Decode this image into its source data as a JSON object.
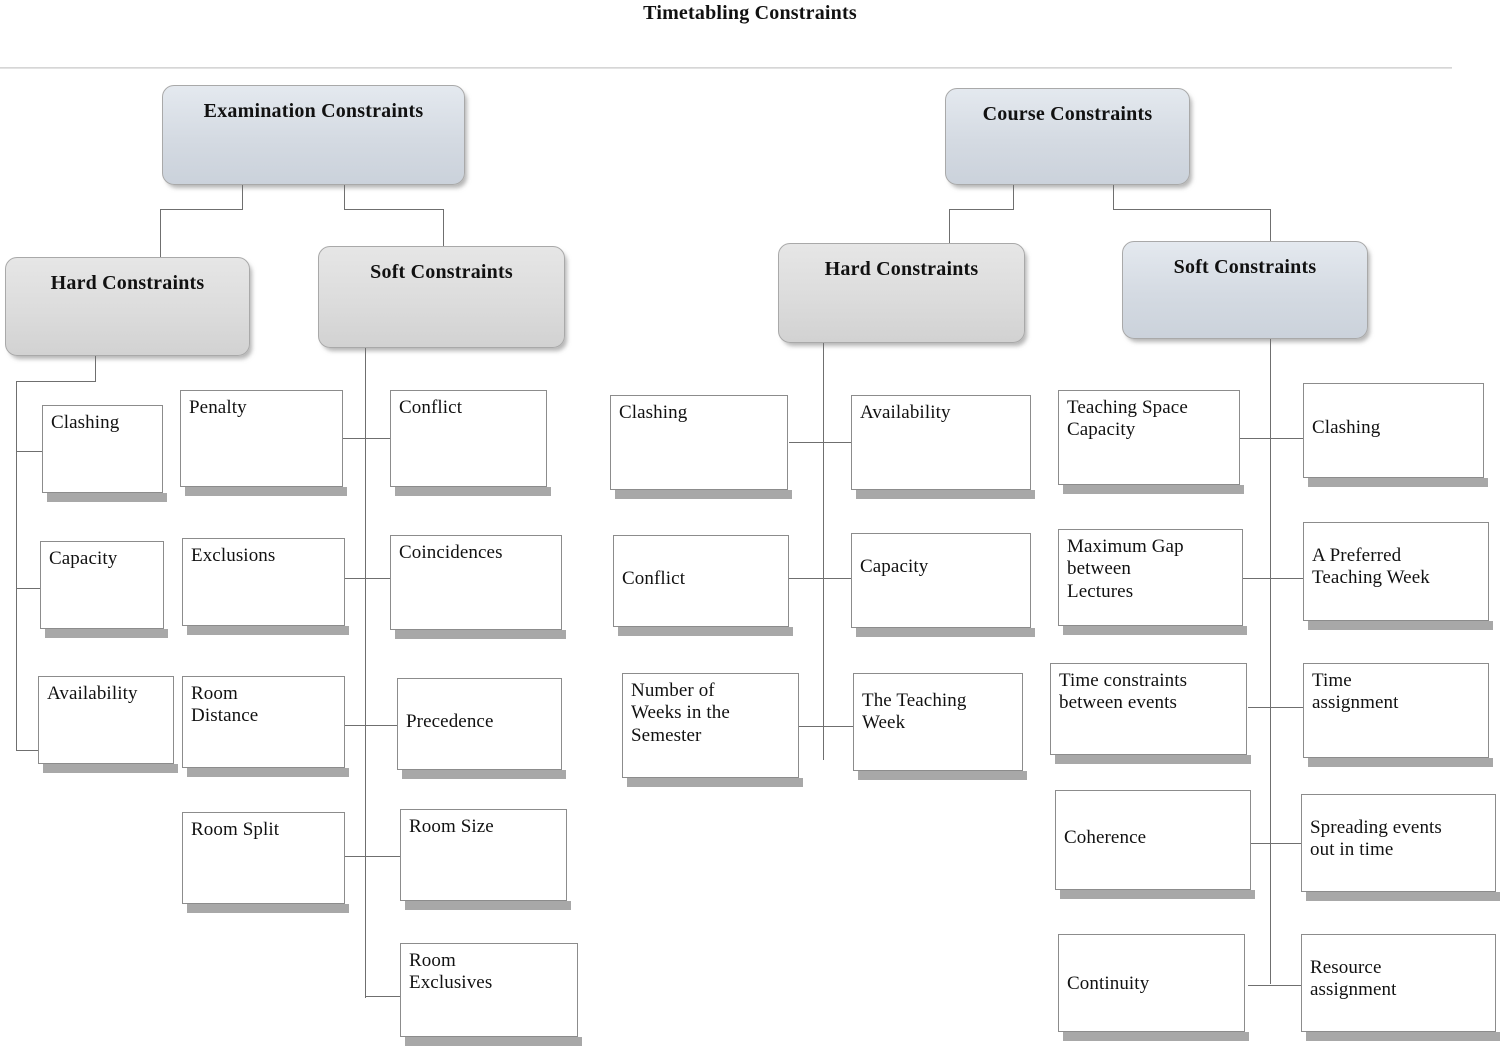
{
  "diagram": {
    "title": "Timetabling Constraints",
    "type": "tree",
    "colors": {
      "blue_node": "#d4dae2",
      "gray_node": "#dcdcdc",
      "leaf_fill": "#ffffff",
      "leaf_border": "#8c8c8c",
      "connector": "#6f6f6f",
      "shadow": "#a8a8a8"
    },
    "trees": [
      {
        "root": "Examination Constraints",
        "root_style": "blue",
        "branches": [
          {
            "label": "Hard Constraints",
            "style": "gray",
            "children": [
              "Clashing",
              "Capacity",
              "Availability"
            ]
          },
          {
            "label": "Soft Constraints",
            "style": "gray",
            "children_left": [
              "Penalty",
              "Exclusions",
              "Room Distance",
              "Room Split"
            ],
            "children_right": [
              "Conflict",
              "Coincidences",
              "Precedence",
              "Room Size",
              "Room Exclusives"
            ]
          }
        ]
      },
      {
        "root": "Course Constraints",
        "root_style": "blue",
        "branches": [
          {
            "label": "Hard Constraints",
            "style": "gray",
            "children_left": [
              "Clashing",
              "Conflict",
              "Number of Weeks in the Semester"
            ],
            "children_right": [
              "Availability",
              "Capacity",
              "The Teaching Week"
            ]
          },
          {
            "label": "Soft Constraints",
            "style": "blue",
            "children_left": [
              "Teaching Space Capacity",
              "Maximum Gap between Lectures",
              "Time constraints between events",
              "Coherence",
              "Continuity"
            ],
            "children_right": [
              "Clashing",
              "A Preferred Teaching Week",
              "Time assignment",
              "Spreading events out in time",
              "Resource assignment"
            ]
          }
        ]
      }
    ]
  },
  "exam": {
    "root": "Examination Constraints",
    "hard": "Hard Constraints",
    "soft": "Soft Constraints",
    "hard_children": {
      "c0": "Clashing",
      "c1": "Capacity",
      "c2": "Availability"
    },
    "soft_left": {
      "l0": "Penalty",
      "l1": "Exclusions",
      "l2": "Room\nDistance",
      "l3": "Room Split"
    },
    "soft_right": {
      "r0": "Conflict",
      "r1": "Coincidences",
      "r2": "Precedence",
      "r3": "Room Size",
      "r4": "Room\nExclusives"
    }
  },
  "course": {
    "root": "Course Constraints",
    "hard": "Hard Constraints",
    "soft": "Soft Constraints",
    "hard_left": {
      "l0": "Clashing",
      "l1": "Conflict",
      "l2": "Number of\nWeeks in the\nSemester"
    },
    "hard_right": {
      "r0": "Availability",
      "r1": "Capacity",
      "r2": "The Teaching\nWeek"
    },
    "soft_left": {
      "l0": "Teaching Space\nCapacity",
      "l1": "Maximum Gap\nbetween\nLectures",
      "l2": "Time constraints\nbetween events",
      "l3": "Coherence",
      "l4": "Continuity"
    },
    "soft_right": {
      "r0": "Clashing",
      "r1": "A Preferred\nTeaching Week",
      "r2": "Time\nassignment",
      "r3": "Spreading events\nout in time",
      "r4": "Resource\nassignment"
    }
  }
}
